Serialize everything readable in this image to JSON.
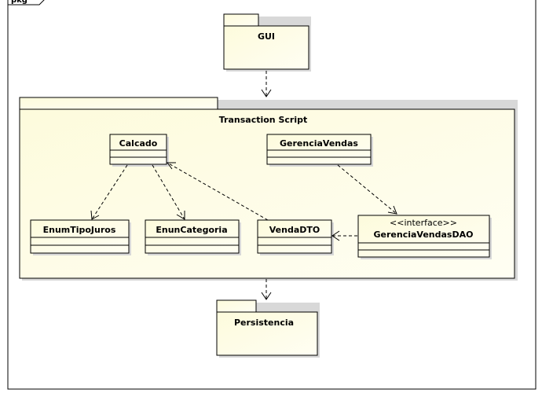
{
  "frame": {
    "label": "pkg"
  },
  "packages": {
    "gui": {
      "name": "GUI"
    },
    "transaction": {
      "name": "Transaction Script"
    },
    "persistencia": {
      "name": "Persistencia"
    }
  },
  "classes": {
    "calcado": {
      "name": "Calcado"
    },
    "gerencia_vendas": {
      "name": "GerenciaVendas"
    },
    "enum_tipo_juros": {
      "name": "EnumTipoJuros"
    },
    "enun_categoria": {
      "name": "EnunCategoria"
    },
    "venda_dto": {
      "name": "VendaDTO"
    },
    "gerencia_vendas_dao": {
      "name": "GerenciaVendasDAO",
      "stereotype": "<<interface>>"
    }
  },
  "colors": {
    "fill": "#fdfbdc",
    "stroke": "#000000",
    "shadow": "#d6d6d6"
  }
}
